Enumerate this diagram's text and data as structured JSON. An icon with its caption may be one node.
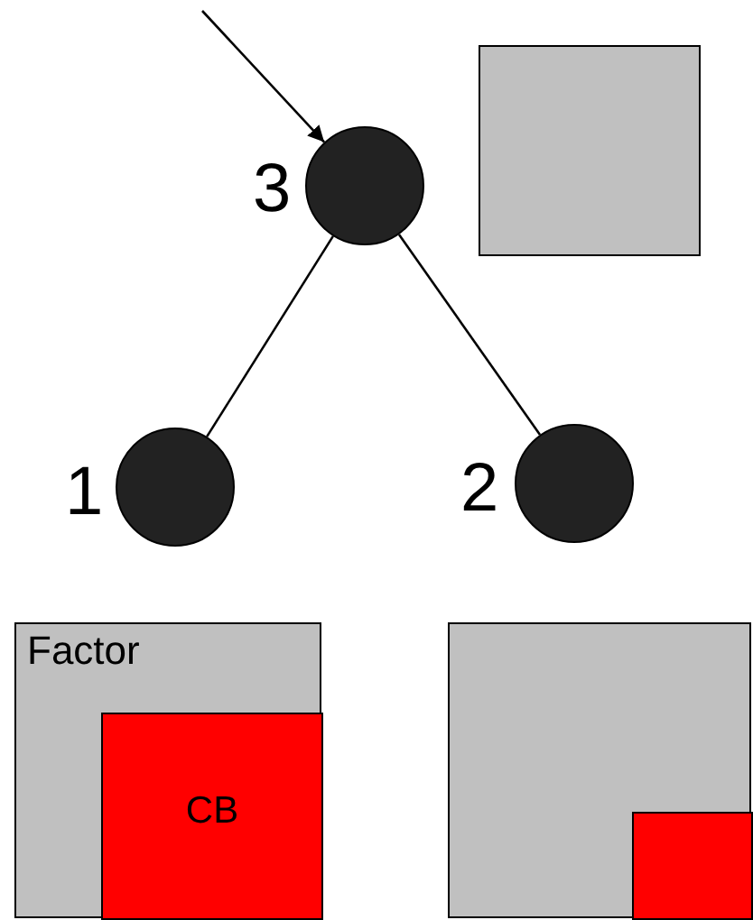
{
  "diagram": {
    "nodes": [
      {
        "text": [],
        "shape": "circle",
        "beside": [
          "3"
        ]
      },
      {
        "text": [],
        "shape": "box"
      },
      {
        "text": [],
        "shape": "circle",
        "beside": [
          "1"
        ]
      },
      {
        "text": [],
        "shape": "circle",
        "beside": [
          "2"
        ]
      },
      {
        "text": [
          "Factor"
        ]
      },
      {
        "text": [
          "CB"
        ],
        "in": 4
      },
      {
        "text": [],
        "shape": "box"
      },
      {
        "text": [],
        "shape": "box",
        "in": 6
      }
    ],
    "edges": [
      {
        "from": null,
        "to": 0,
        "arrow": "to"
      },
      {
        "from": 0,
        "to": 2,
        "arrow": "none"
      },
      {
        "from": 0,
        "to": 3,
        "arrow": "none"
      }
    ]
  }
}
